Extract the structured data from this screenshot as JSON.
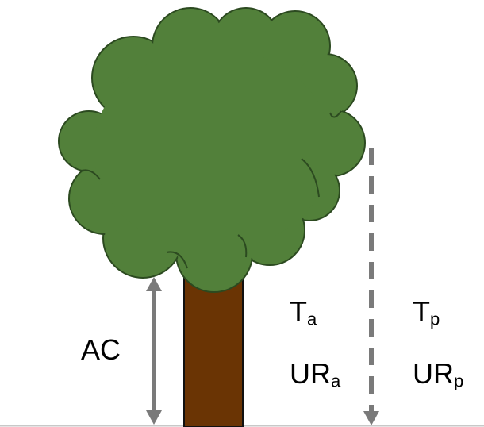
{
  "colors": {
    "foliage_fill": "#52803a",
    "foliage_stroke": "#2c4a20",
    "trunk_fill": "#6a3404",
    "trunk_stroke": "#111111",
    "arrow": "#7a7a7a",
    "ground": "#c8c8c8"
  },
  "labels": {
    "ac": "AC",
    "t_a": {
      "main": "T",
      "sub": "a"
    },
    "t_p": {
      "main": "T",
      "sub": "p"
    },
    "ur_a": {
      "main": "UR",
      "sub": "a"
    },
    "ur_p": {
      "main": "UR",
      "sub": "p"
    }
  }
}
